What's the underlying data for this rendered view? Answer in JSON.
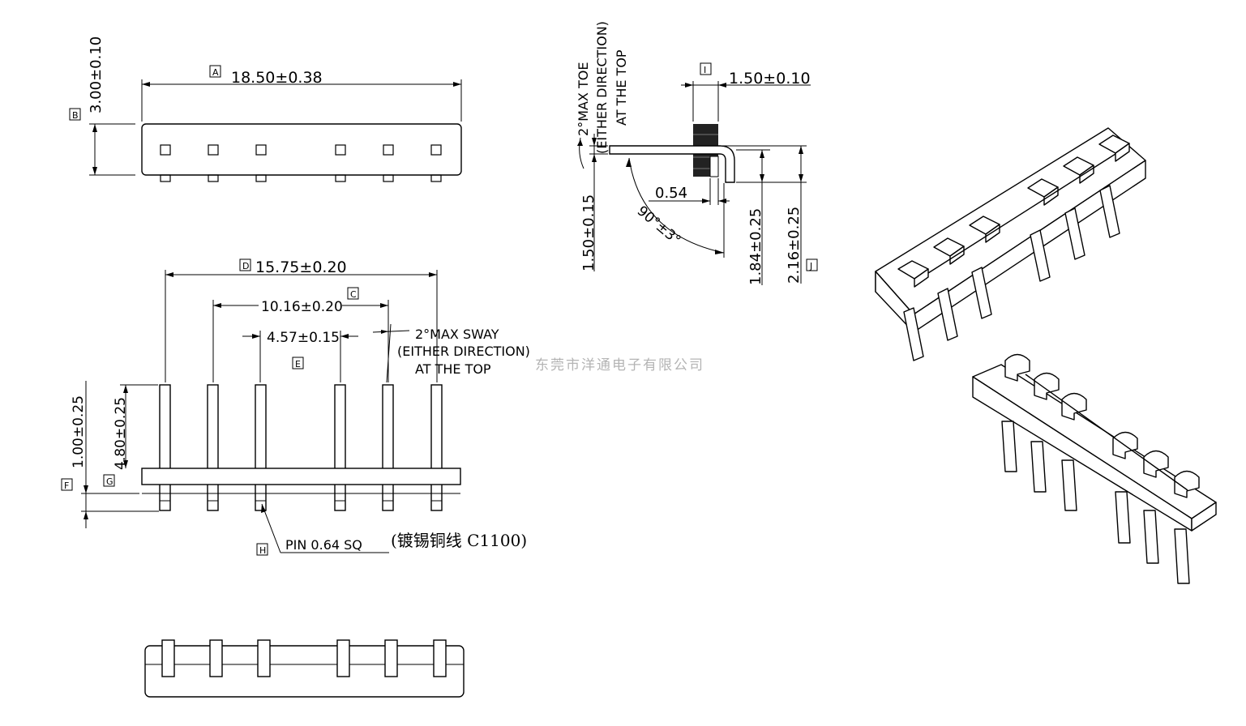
{
  "labels": {
    "A": "A",
    "B": "B",
    "C": "C",
    "D": "D",
    "E": "E",
    "F": "F",
    "G": "G",
    "H": "H",
    "I": "I",
    "J": "J"
  },
  "dims": {
    "overall_length": "18.50±0.38",
    "body_height": "3.00±0.10",
    "pin_span": "15.75±0.20",
    "group_span": "10.16±0.20",
    "pitch_gap": "4.57±0.15",
    "pin_length": "4.80±0.25",
    "bottom_offset": "1.00±0.25",
    "side_width": "1.50±0.10",
    "side_thickness": "0.54",
    "side_height_left": "1.50±0.15",
    "side_height_mid": "1.84±0.25",
    "side_height_right": "2.16±0.25",
    "angle": "90°±3°"
  },
  "notes": {
    "sway_line1": "2°MAX SWAY",
    "sway_line2": "(EITHER DIRECTION)",
    "sway_line3": "AT THE TOP",
    "toe_line1": "2°MAX TOE",
    "toe_line2": "(EITHER DIRECTION)",
    "toe_line3": "AT THE TOP",
    "pin_spec": "PIN 0.64 SQ",
    "pin_material": "(镀锡铜线 C1100)"
  },
  "watermark": "东莞市洋通电子有限公司"
}
